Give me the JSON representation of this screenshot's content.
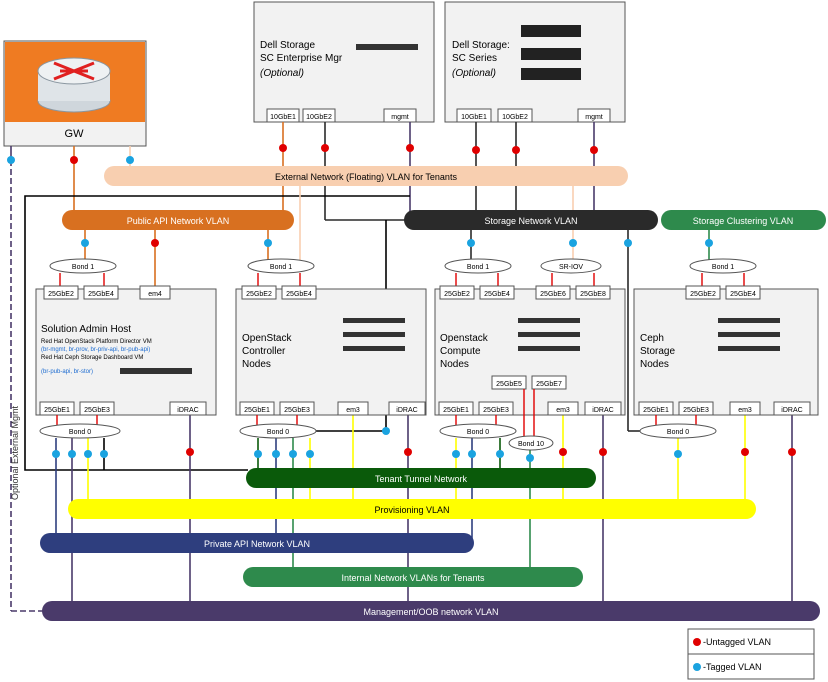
{
  "gw": {
    "label": "GW"
  },
  "storage_enterprise": {
    "title1": "Dell Storage",
    "title2": "SC Enterprise Mgr",
    "optional": "(Optional)",
    "port1": "10GbE1",
    "port2": "10GbE2",
    "mgmt": "mgmt"
  },
  "storage_sc": {
    "title1": "Dell Storage:",
    "title2": "SC Series",
    "optional": "(Optional)",
    "port1": "10GbE1",
    "port2": "10GbE2",
    "mgmt": "mgmt"
  },
  "vlans": {
    "external": "External Network (Floating) VLAN for Tenants",
    "public_api": "Public API Network VLAN",
    "storage": "Storage Network VLAN",
    "storage_clustering": "Storage Clustering VLAN",
    "tenant_tunnel": "Tenant Tunnel Network",
    "provisioning": "Provisioning VLAN",
    "private_api": "Private API Network VLAN",
    "internal": "Internal Network VLANs for Tenants",
    "management": "Management/OOB network VLAN"
  },
  "optional_mgmt": "Optional External Mgmt",
  "admin": {
    "title": "Solution Admin Host",
    "line1": "Red Hat OpenStack Platform Director VM",
    "line2": "(br-mgmt, br-prov, br-priv-api, br-pub-api)",
    "line3": "Red Hat Ceph Storage Dashboard  VM",
    "line4": "(br-pub-api, br-stor)",
    "bond1": "Bond 1",
    "bond0": "Bond 0",
    "p25e2": "25GbE2",
    "p25e4": "25GbE4",
    "em4": "em4",
    "p25e1": "25GbE1",
    "p25e3": "25GbE3",
    "idrac": "iDRAC"
  },
  "controller": {
    "title1": "OpenStack",
    "title2": "Controller",
    "title3": "Nodes",
    "bond1": "Bond 1",
    "bond0": "Bond 0",
    "p25e2": "25GbE2",
    "p25e4": "25GbE4",
    "p25e1": "25GbE1",
    "p25e3": "25GbE3",
    "em3": "em3",
    "idrac": "iDRAC"
  },
  "compute": {
    "title1": "Openstack",
    "title2": "Compute",
    "title3": "Nodes",
    "bond1": "Bond 1",
    "sriov": "SR-IOV",
    "bond0": "Bond 0",
    "bond10": "Bond 10",
    "p25e2": "25GbE2",
    "p25e4": "25GbE4",
    "p25e6": "25GbE6",
    "p25e8": "25GbE8",
    "p25e5": "25GbE5",
    "p25e7": "25GbE7",
    "p25e1": "25GbE1",
    "p25e3": "25GbE3",
    "em3": "em3",
    "idrac": "iDRAC"
  },
  "ceph": {
    "title1": "Ceph",
    "title2": "Storage",
    "title3": "Nodes",
    "bond1": "Bond 1",
    "bond0": "Bond 0",
    "p25e2": "25GbE2",
    "p25e4": "25GbE4",
    "p25e1": "25GbE1",
    "p25e3": "25GbE3",
    "em3": "em3",
    "idrac": "iDRAC"
  },
  "legend": {
    "untagged": "-Untagged VLAN",
    "tagged": "-Tagged VLAN"
  },
  "colors": {
    "red": "#e00000",
    "blue": "#1aa3e0",
    "orange": "#d87020",
    "peach": "#f8cfb0",
    "storage": "#2a2a2a",
    "green_dark": "#0a5a0a",
    "green_mid": "#2e8a4c",
    "yellow": "#ffff00",
    "navy": "#2e3e7e",
    "purple": "#4a3a6a"
  }
}
